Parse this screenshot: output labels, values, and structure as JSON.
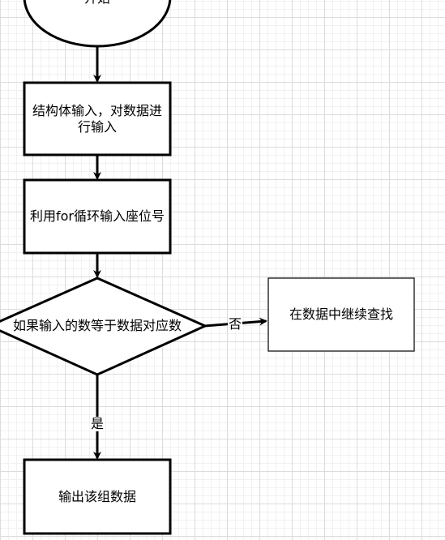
{
  "diagram": {
    "nodes": {
      "start": {
        "label": "开始"
      },
      "input_struct": {
        "label": "结构体输入，对数据进行输入"
      },
      "loop_input": {
        "label": "利用for循环输入座位号"
      },
      "decision": {
        "label": "如果输入的数等于数据对应数"
      },
      "continue_search": {
        "label": "在数据中继续查找"
      },
      "output": {
        "label": "输出该组数据"
      }
    },
    "edges": {
      "no_label": "否",
      "yes_label": "是"
    },
    "colors": {
      "stroke": "#000000",
      "fill": "#ffffff",
      "grid": "#dcdcdc"
    }
  }
}
